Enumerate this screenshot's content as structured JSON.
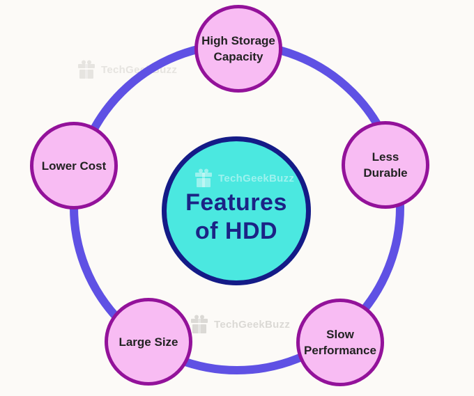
{
  "diagram": {
    "background": "#FCFAF7",
    "ring_color": "#5F51E4",
    "center": {
      "label": "Features of HDD",
      "lines": [
        "Features",
        "of HDD"
      ],
      "fill": "#4BE8E0",
      "border_color": "#141B87",
      "text_color": "#1B2385"
    },
    "node_style": {
      "fill": "#F8BCF3",
      "border_color": "#93129A",
      "text_color": "#222222"
    },
    "nodes": [
      {
        "id": "high-storage-capacity",
        "label": "High Storage Capacity",
        "lines": [
          "High Storage",
          "Capacity"
        ]
      },
      {
        "id": "less-durable",
        "label": "Less Durable",
        "lines": [
          "Less",
          "Durable"
        ]
      },
      {
        "id": "slow-performance",
        "label": "Slow Performance",
        "lines": [
          "Slow",
          "Performance"
        ]
      },
      {
        "id": "large-size",
        "label": "Large Size",
        "lines": [
          "Large Size"
        ]
      },
      {
        "id": "lower-cost",
        "label": "Lower Cost",
        "lines": [
          "Lower Cost"
        ]
      }
    ],
    "watermark": {
      "text": "TechGeekBuzz",
      "icon": "gift-icon"
    }
  }
}
